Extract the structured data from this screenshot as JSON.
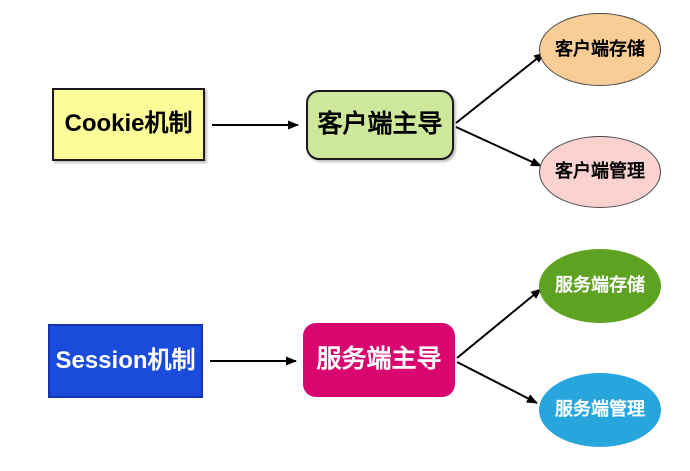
{
  "diagram": {
    "rows": [
      {
        "source": {
          "label": "Cookie机制"
        },
        "hub": {
          "label": "客户端主导"
        },
        "leaves": [
          {
            "label": "客户端存储"
          },
          {
            "label": "客户端管理"
          }
        ]
      },
      {
        "source": {
          "label": "Session机制"
        },
        "hub": {
          "label": "服务端主导"
        },
        "leaves": [
          {
            "label": "服务端存储"
          },
          {
            "label": "服务端管理"
          }
        ]
      }
    ]
  },
  "colors": {
    "cookie_box_fill": "#FCFC99",
    "client_hub_fill": "#CDE79B",
    "client_store_fill": "#FACD96",
    "client_manage_fill": "#FAD2D0",
    "session_box_fill": "#1A4BDB",
    "session_box_border": "#1533B5",
    "server_hub_fill": "#D9066F",
    "server_store_fill": "#5DA321",
    "server_manage_fill": "#29A5DE",
    "top_row_text": "#000000",
    "bottom_row_text": "#FFFFFF",
    "arrow": "#000000"
  }
}
